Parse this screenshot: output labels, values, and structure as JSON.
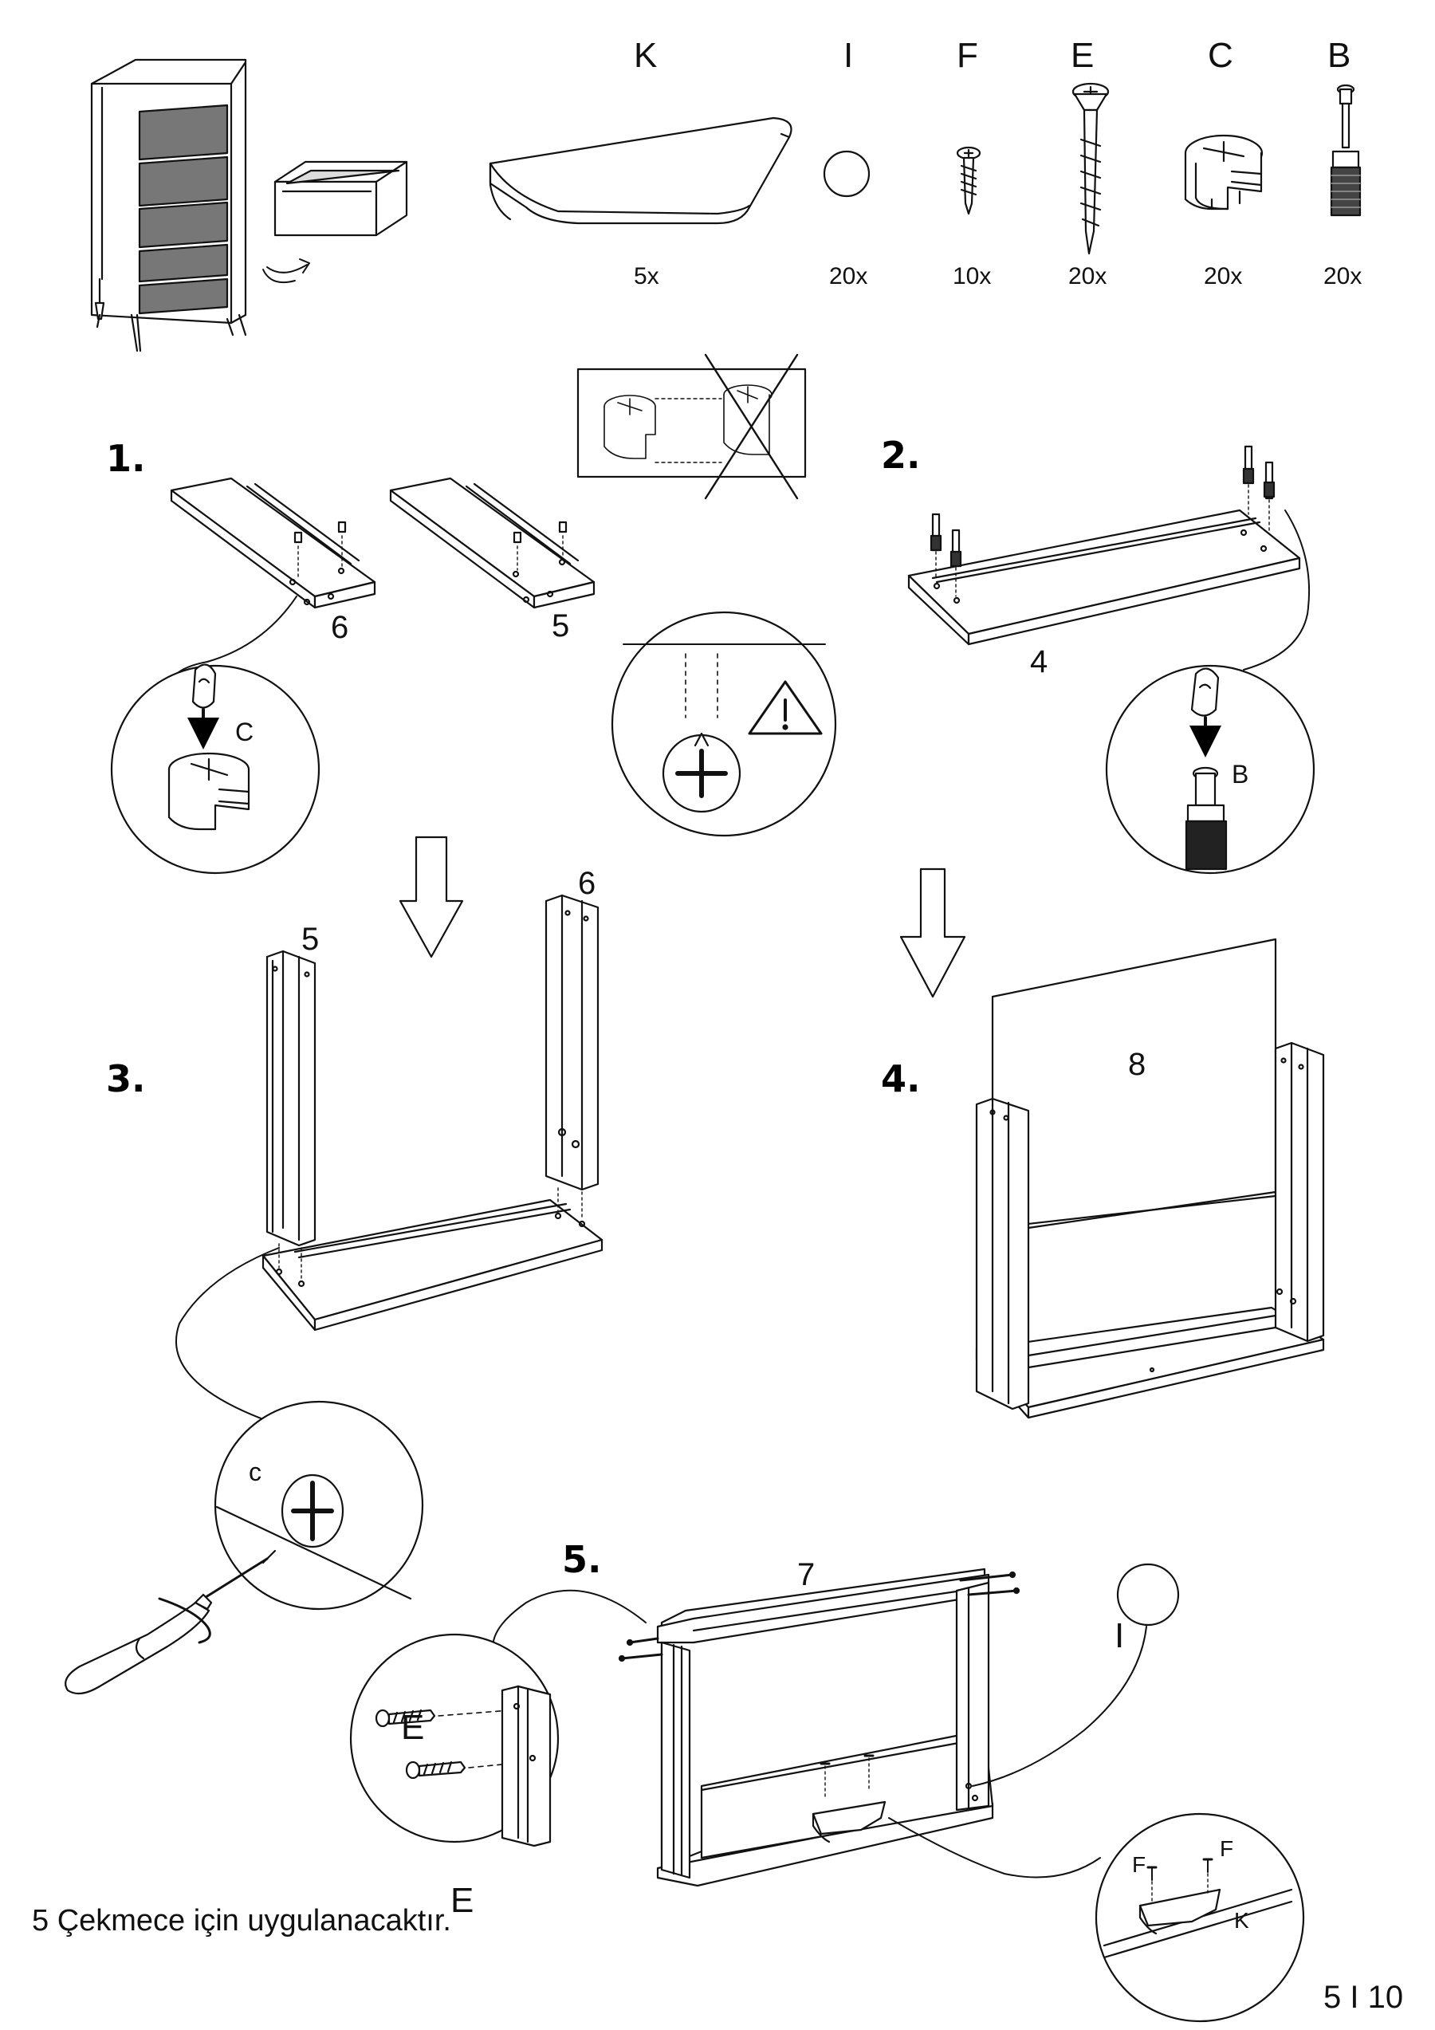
{
  "parts": [
    {
      "letter": "K",
      "qty": "5x",
      "icon": "handle-icon"
    },
    {
      "letter": "I",
      "qty": "20x",
      "icon": "cover-cap-icon"
    },
    {
      "letter": "F",
      "qty": "10x",
      "icon": "short-screw-icon"
    },
    {
      "letter": "E",
      "qty": "20x",
      "icon": "long-screw-icon"
    },
    {
      "letter": "C",
      "qty": "20x",
      "icon": "cam-lock-icon"
    },
    {
      "letter": "B",
      "qty": "20x",
      "icon": "cam-bolt-icon"
    }
  ],
  "steps": [
    {
      "label": "1."
    },
    {
      "label": "2."
    },
    {
      "label": "3."
    },
    {
      "label": "4."
    },
    {
      "label": "5."
    }
  ],
  "panels": {
    "step1_left": "6",
    "step1_right": "5",
    "step2": "4",
    "step3_left": "5",
    "step3_right": "6",
    "step4": "8",
    "step5": "7"
  },
  "callouts": {
    "step1_cam": "C",
    "step2_bolt": "B",
    "step3_cam": "c",
    "step5_screw_top": "E",
    "step5_screw_bottom": "E",
    "step5_cap": "I",
    "step5_handle_f_left": "F",
    "step5_handle_f_right": "F",
    "step5_handle_k": "K"
  },
  "note": "5 Çekmece için uygulanacaktır.",
  "page_number": "5 I 10"
}
